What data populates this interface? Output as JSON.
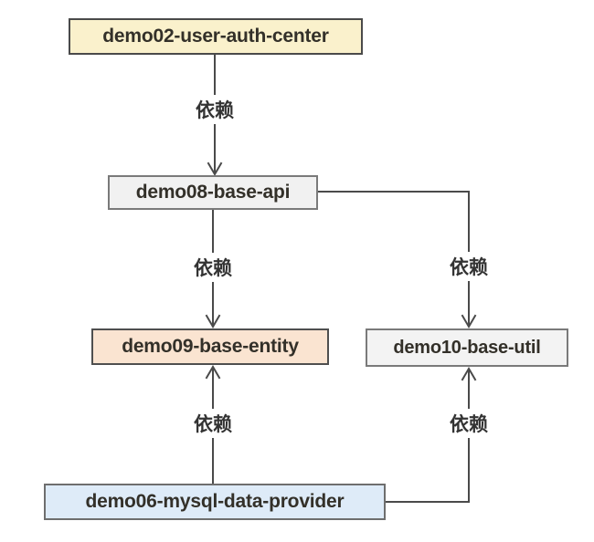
{
  "diagram": {
    "type": "dependency-graph",
    "background": "#ffffff",
    "line_color": "#4a4a4a",
    "edge_label_color": "#333333",
    "nodes": {
      "demo02": {
        "label": "demo02-user-auth-center",
        "fill": "#faf1cc",
        "border": "#4a4a4a"
      },
      "demo08": {
        "label": "demo08-base-api",
        "fill": "#f1f1f1",
        "border": "#7a7a7a"
      },
      "demo09": {
        "label": "demo09-base-entity",
        "fill": "#fae4d1",
        "border": "#4f4f4f"
      },
      "demo10": {
        "label": "demo10-base-util",
        "fill": "#f3f3f3",
        "border": "#7a7a7a"
      },
      "demo06": {
        "label": "demo06-mysql-data-provider",
        "fill": "#deebf8",
        "border": "#6e6e6e"
      }
    },
    "edges": [
      {
        "from": "demo02",
        "to": "demo08",
        "label": "依赖"
      },
      {
        "from": "demo08",
        "to": "demo09",
        "label": "依赖"
      },
      {
        "from": "demo08",
        "to": "demo10",
        "label": "依赖"
      },
      {
        "from": "demo06",
        "to": "demo09",
        "label": "依赖"
      },
      {
        "from": "demo06",
        "to": "demo10",
        "label": "依赖"
      }
    ]
  }
}
